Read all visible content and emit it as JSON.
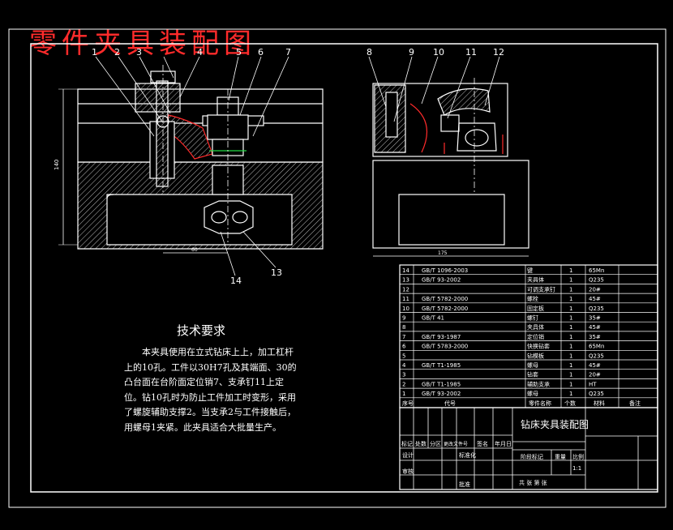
{
  "drawing": {
    "title": "零件夹具装配图",
    "balloons": [
      "1",
      "2",
      "3",
      "4",
      "5",
      "6",
      "7",
      "8",
      "9",
      "10",
      "11",
      "12",
      "13",
      "14"
    ],
    "tech": {
      "heading": "技术要求",
      "body": "本夹具使用在立式钻床上上，加工杠杆上的10孔。工件以30H7孔及其端面、30的凸台面在台阶面定位销7、支承钉11上定位。钻10孔时为防止工件加工时变形，采用了螺旋辅助支撑2。当支承2与工件接触后，用螺母1夹紧。此夹具适合大批量生产。"
    },
    "dims": {
      "height": "140",
      "width_front": "60",
      "width_side": "175"
    },
    "colors": {
      "line": "#ffffff",
      "accent": "#ff2b2b",
      "green": "#22dd44",
      "hatch": "#cccccc",
      "bg": "#000000"
    }
  },
  "bom": {
    "rows": [
      {
        "no": "14",
        "code": "GB/T 1096-2003",
        "name": "键",
        "qty": "1",
        "mat": "65Mn"
      },
      {
        "no": "13",
        "code": "GB/T 93-2002",
        "name": "夹具体",
        "qty": "1",
        "mat": "Q235"
      },
      {
        "no": "12",
        "code": "",
        "name": "可调支承钉",
        "qty": "1",
        "mat": "20#"
      },
      {
        "no": "11",
        "code": "GB/T 5782-2000",
        "name": "螺栓",
        "qty": "1",
        "mat": "45#"
      },
      {
        "no": "10",
        "code": "GB/T 5782-2000",
        "name": "固定板",
        "qty": "1",
        "mat": "Q235"
      },
      {
        "no": "9",
        "code": "GB/T 41",
        "name": "螺钉",
        "qty": "1",
        "mat": "35#"
      },
      {
        "no": "8",
        "code": "",
        "name": "夹具体",
        "qty": "1",
        "mat": "45#"
      },
      {
        "no": "7",
        "code": "GB/T 93-1987",
        "name": "定位销",
        "qty": "1",
        "mat": "35#"
      },
      {
        "no": "6",
        "code": "GB/T 5783-2000",
        "name": "快换钻套",
        "qty": "1",
        "mat": "65Mn"
      },
      {
        "no": "5",
        "code": "",
        "name": "钻模板",
        "qty": "1",
        "mat": "Q235"
      },
      {
        "no": "4",
        "code": "GB/T T1-1985",
        "name": "螺母",
        "qty": "1",
        "mat": "45#"
      },
      {
        "no": "3",
        "code": "",
        "name": "钻套",
        "qty": "1",
        "mat": "20#"
      },
      {
        "no": "2",
        "code": "GB/T T1-1985",
        "name": "辅助支承",
        "qty": "1",
        "mat": "HT"
      },
      {
        "no": "1",
        "code": "GB/T 93-2002",
        "name": "螺母",
        "qty": "1",
        "mat": "Q235"
      }
    ],
    "header": {
      "no": "序号",
      "code": "代号",
      "name": "零件名称",
      "qty": "个数",
      "mat": "材料",
      "note": "备注"
    }
  },
  "titleblock": {
    "name": "钻床夹具装配图",
    "rev_labels": [
      "标记",
      "处数",
      "分区",
      "更改文件号",
      "签名",
      "年月日"
    ],
    "design": "设计",
    "std": "标准化",
    "review": "审核",
    "approve": "批准",
    "stage": "阶段标记",
    "weight": "重量",
    "scale": "比例",
    "scale_val": "1:1",
    "sheets": "共  张 第  张"
  }
}
